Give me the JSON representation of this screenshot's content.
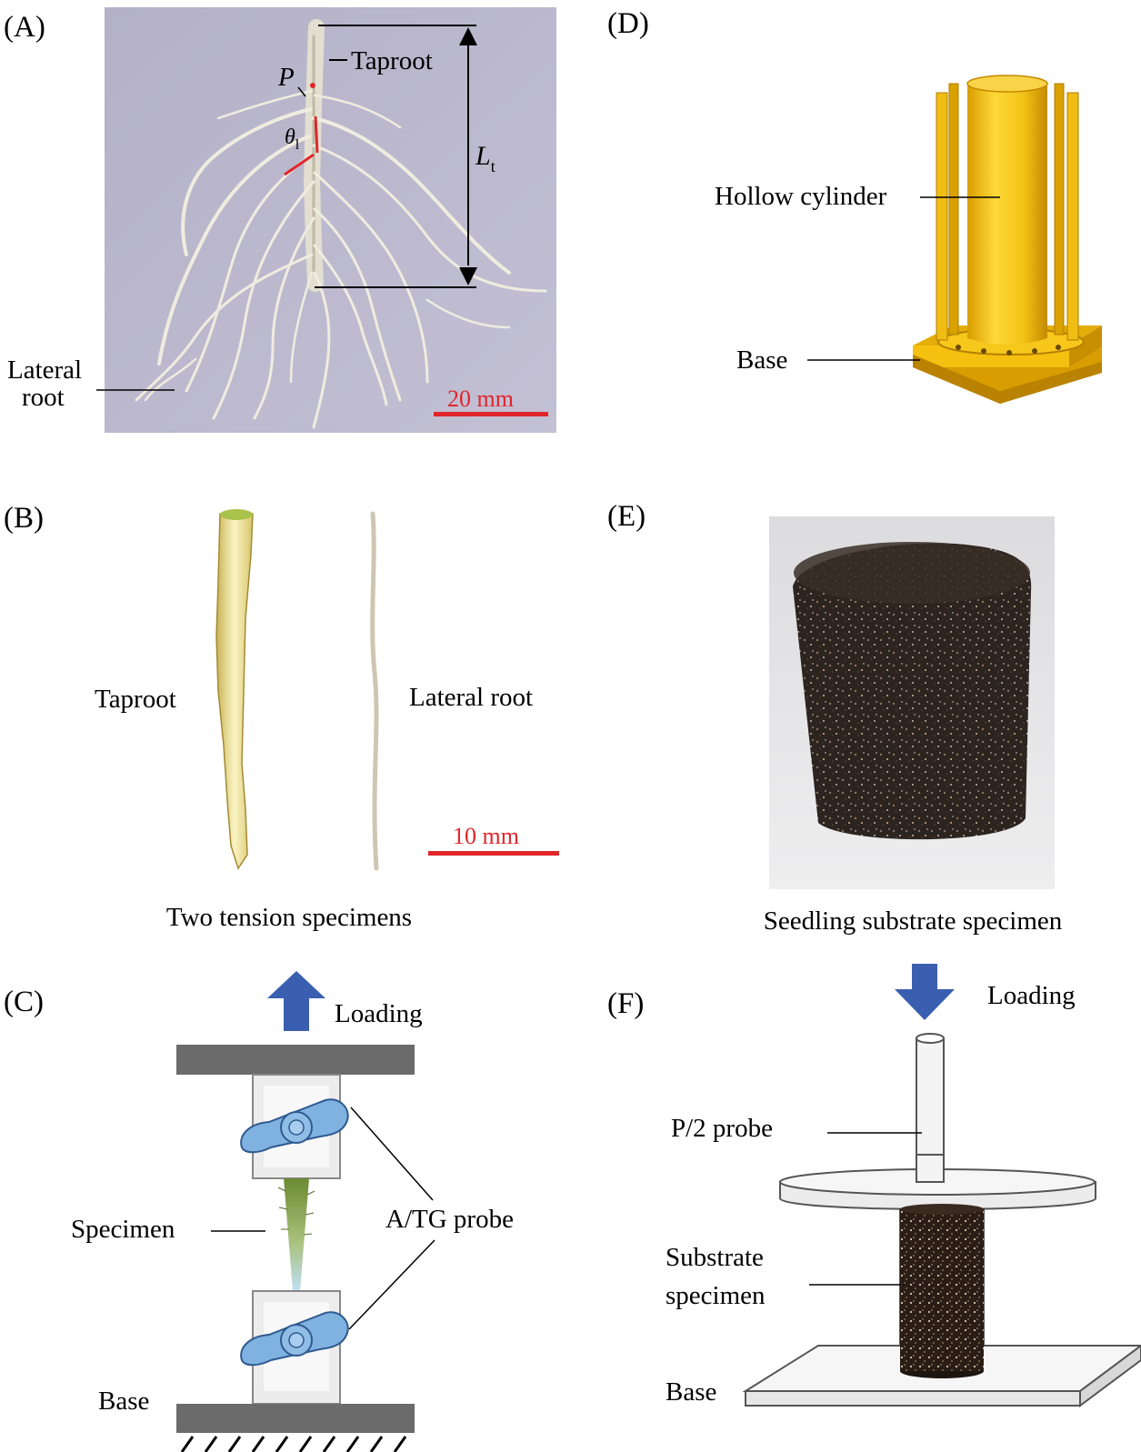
{
  "panels": {
    "a": {
      "label": "(A)",
      "taproot": "Taproot",
      "point": "P",
      "angle": "θ",
      "angle_sub": "l",
      "length": "L",
      "length_sub": "t",
      "lateral_line1": "Lateral",
      "lateral_line2": "root",
      "scale": "20 mm"
    },
    "b": {
      "label": "(B)",
      "taproot": "Taproot",
      "lateral": "Lateral root",
      "scale": "10 mm",
      "caption": "Two tension specimens"
    },
    "c": {
      "label": "(C)",
      "loading": "Loading",
      "specimen": "Specimen",
      "probe": "A/TG probe",
      "base": "Base"
    },
    "d": {
      "label": "(D)",
      "cylinder": "Hollow cylinder",
      "base": "Base"
    },
    "e": {
      "label": "(E)",
      "caption": "Seedling substrate specimen"
    },
    "f": {
      "label": "(F)",
      "loading": "Loading",
      "probe": "P/2 probe",
      "substrate_line1": "Substrate",
      "substrate_line2": "specimen",
      "base": "Base"
    }
  },
  "colors": {
    "scale_bar": "#e0262b",
    "arrow": "#3a5fb0",
    "probe_body": "#7fb2e0",
    "grip": "#6b6b6b",
    "cylinder": "#f4c21c",
    "soil": "#2a2420"
  }
}
